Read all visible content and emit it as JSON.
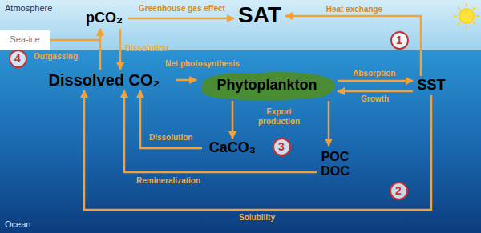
{
  "diagram": {
    "nodes": [
      {
        "text": [
          "pCO₂"
        ]
      },
      {
        "text": [
          "SAT"
        ]
      },
      {
        "text": [
          "Sea-ice"
        ]
      },
      {
        "text": [
          "Dissolved CO₂"
        ]
      },
      {
        "text": [
          "Phytoplankton"
        ]
      },
      {
        "text": [
          "SST"
        ]
      },
      {
        "text": [
          "CaCO₃"
        ]
      },
      {
        "text": [
          "POC",
          "DOC"
        ]
      }
    ],
    "edges": [
      {
        "from": 0,
        "to": 1,
        "label": "Greenhouse gas effect",
        "arrow": "to"
      },
      {
        "from": 5,
        "to": 1,
        "label": "Heat exchange",
        "arrow": "to"
      },
      {
        "from": 0,
        "to": 3,
        "label": "Dissolution",
        "arrow": "to"
      },
      {
        "from": 3,
        "to": 0,
        "label": "Outgassing",
        "arrow": "to"
      },
      {
        "from": 2,
        "to": 0,
        "arrow": "to"
      },
      {
        "from": 3,
        "to": 4,
        "label": "Net photosynthesis",
        "arrow": "to"
      },
      {
        "from": 4,
        "to": 5,
        "label": "Absorption",
        "arrow": "to"
      },
      {
        "from": 5,
        "to": 4,
        "label": "Growth",
        "arrow": "to"
      },
      {
        "from": 4,
        "to": 6,
        "label": "Export production",
        "arrow": "to"
      },
      {
        "from": 4,
        "to": 7,
        "arrow": "to"
      },
      {
        "from": 6,
        "to": 3,
        "label": "Dissolution",
        "arrow": "to"
      },
      {
        "from": 7,
        "to": 3,
        "label": "Remineralization",
        "arrow": "to"
      },
      {
        "from": 5,
        "to": 3,
        "label": "Solubility",
        "arrow": "to"
      }
    ],
    "labels": [
      "Atmosphere",
      "Ocean",
      "1",
      "2",
      "3",
      "4"
    ]
  }
}
